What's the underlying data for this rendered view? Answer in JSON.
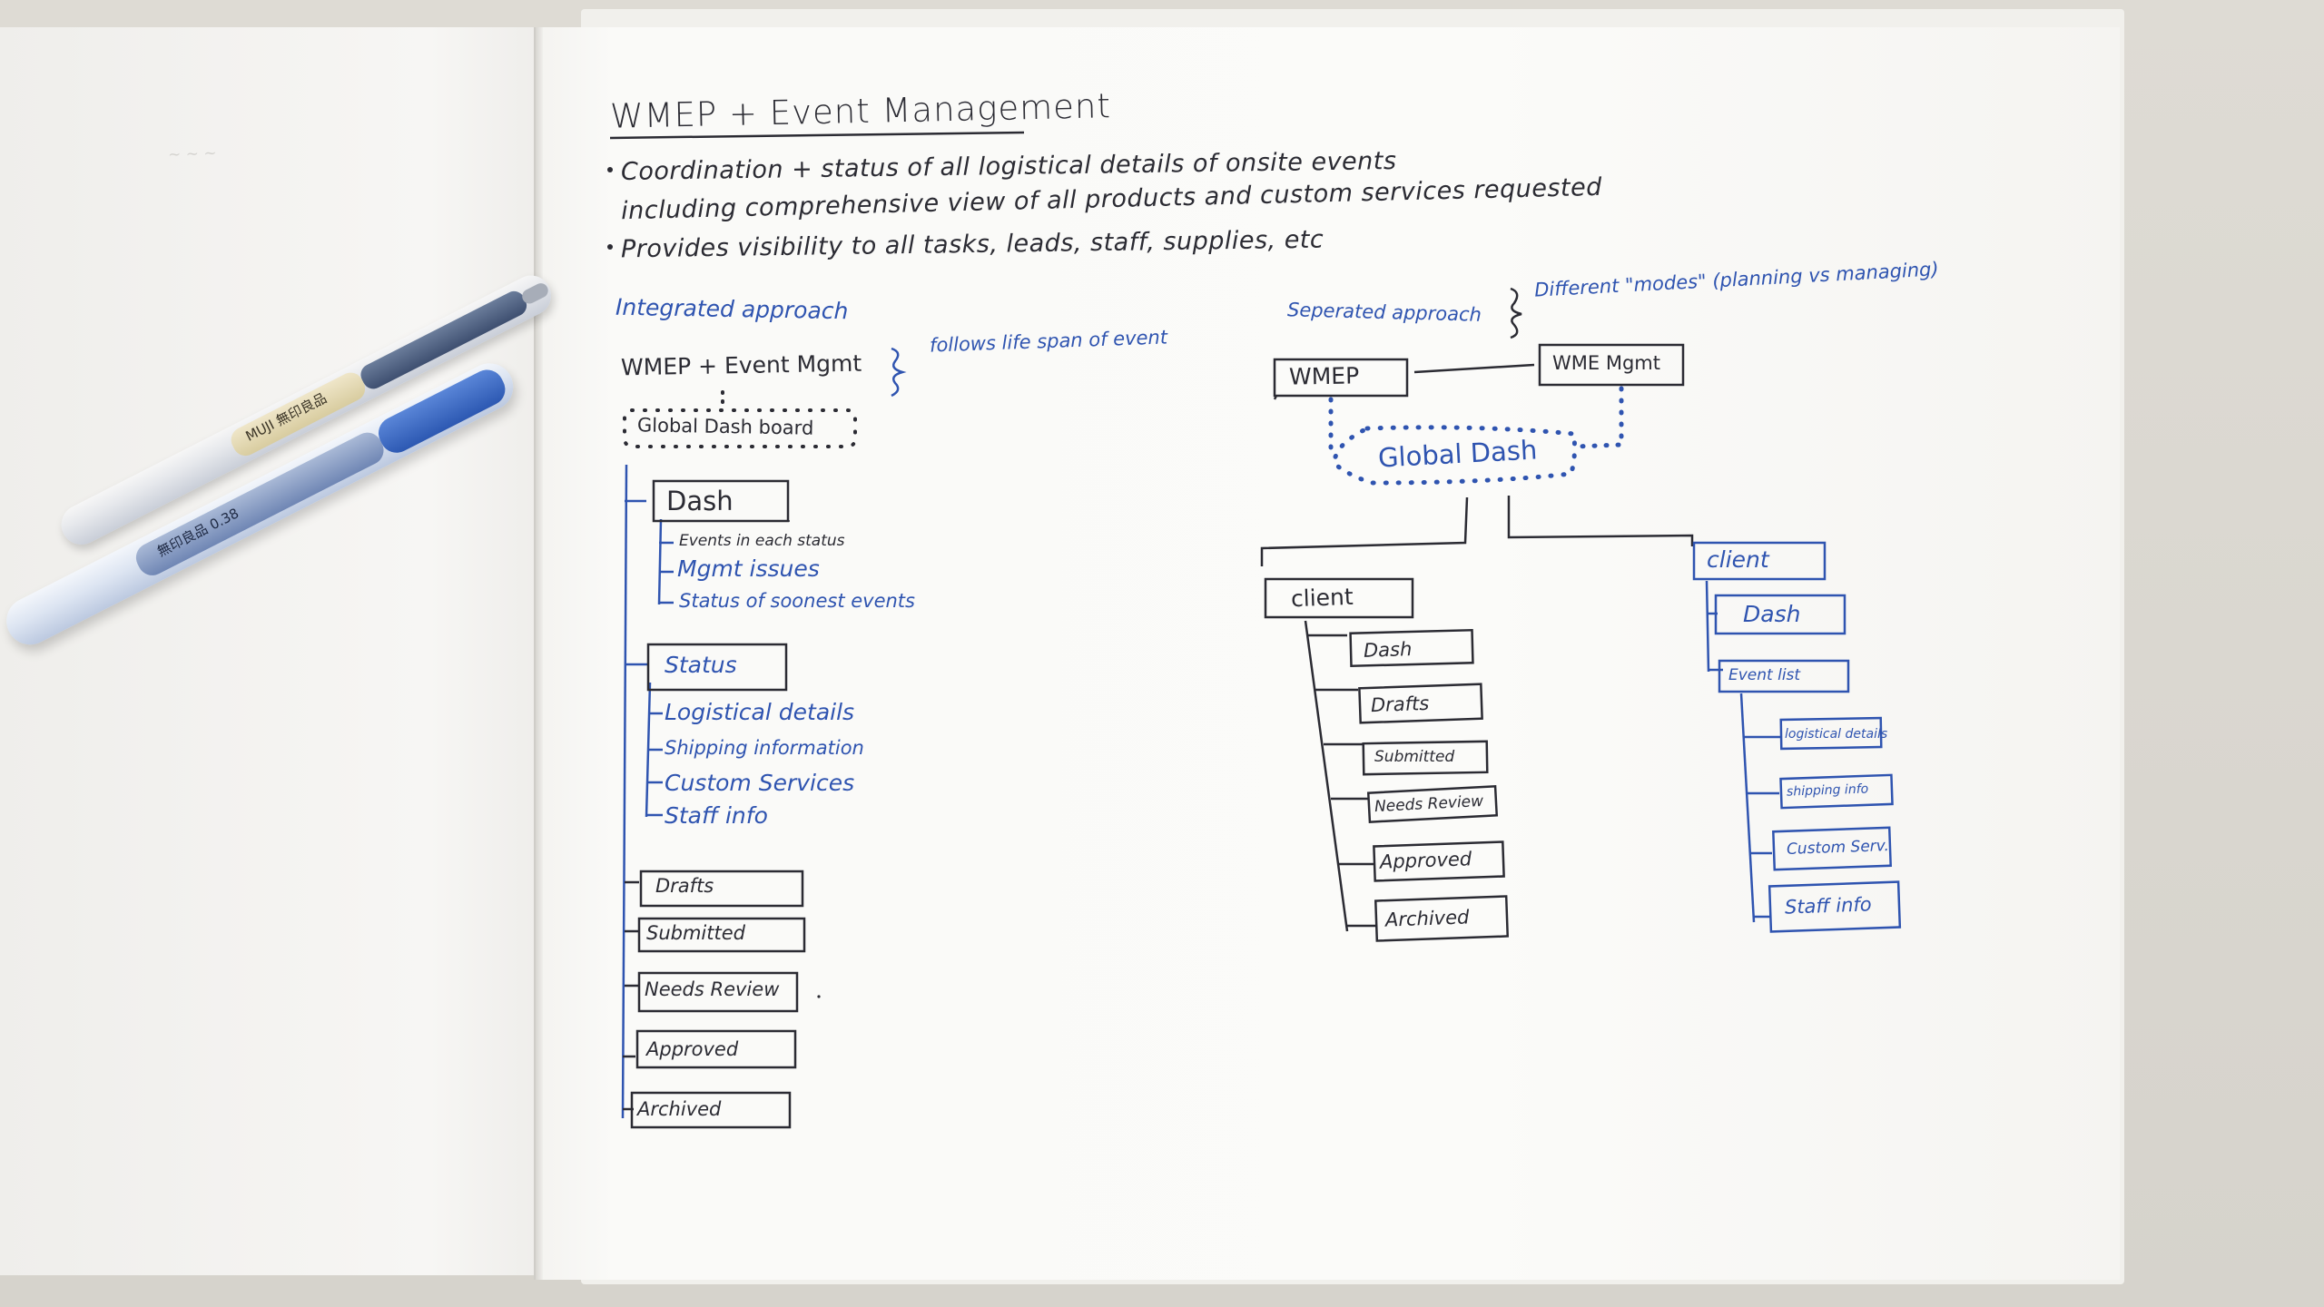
{
  "header": {
    "title": "WMEP + Event Management",
    "bullet_1_line_1": "Coordination + status of all logistical details of onsite events",
    "bullet_1_line_2": "including comprehensive view of all products and custom services requested",
    "bullet_2": "Provides visibility to all tasks, leads, staff, supplies, etc"
  },
  "integrated": {
    "heading": "Integrated approach",
    "root_label": "WMEP + Event Mgmt",
    "root_note": "follows life span of event",
    "dashboard": "Global Dash board",
    "dash_box": "Dash",
    "dash_items": [
      "Events in each status",
      "Mgmt issues",
      "Status of soonest events"
    ],
    "status_box": "Status",
    "status_items": [
      "Logistical details",
      "Shipping information",
      "Custom Services",
      "Staff info"
    ],
    "stages": [
      "Drafts",
      "Submitted",
      "Needs Review",
      "Approved",
      "Archived"
    ]
  },
  "separated": {
    "heading": "Seperated approach",
    "note": "Different \"modes\" (planning vs managing)",
    "wmep_box": "WMEP",
    "wme_box": "WME Mgmt",
    "global_dash": "Global Dash",
    "client_left": "client",
    "client_left_items": [
      "Dash",
      "Drafts",
      "Submitted",
      "Needs Review",
      "Approved",
      "Archived"
    ],
    "client_right": "client",
    "client_right_dash": "Dash",
    "client_right_event_list": "Event list",
    "client_right_event_items": [
      "logistical details",
      "shipping info",
      "Custom Serv.",
      "Staff info"
    ]
  },
  "pens": {
    "pen_1_label": "MUJI 無印良品",
    "pen_2_label": "無印良品 0.38"
  },
  "colors": {
    "ink_dark": "#2b2b33",
    "ink_blue": "#2f54b0",
    "paper": "#fbfbf9"
  }
}
